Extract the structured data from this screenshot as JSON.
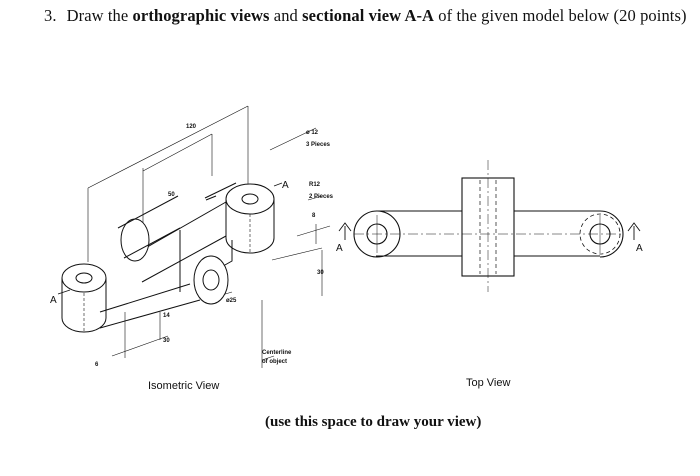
{
  "question": {
    "number": "3.",
    "pre": "Draw the ",
    "bold1": "orthographic views",
    "mid": " and ",
    "bold2": "sectional view A-A",
    "post": " of the given model below (20 points)"
  },
  "isometric": {
    "caption": "Isometric View",
    "dimensions": {
      "overall_length": "120",
      "inner_length": "50",
      "hole_diameter": "ø 12",
      "hole_count": "3 Pieces",
      "radius": "R12",
      "radius_count": "2 Pieces",
      "step_depth": "8",
      "height": "30",
      "boss_diameter": "ø25",
      "arm_width": "14",
      "bottom_height": "30",
      "bottom_offset": "6"
    },
    "section_mark_left": "A",
    "section_mark_right": "A",
    "centerline_note_line1": "Centerline",
    "centerline_note_line2": "of object"
  },
  "top_view": {
    "caption": "Top View",
    "section_mark_left": "A",
    "section_mark_right": "A"
  },
  "instruction": "(use this space to draw your view)",
  "colors": {
    "ink": "#111111",
    "background": "#ffffff"
  }
}
